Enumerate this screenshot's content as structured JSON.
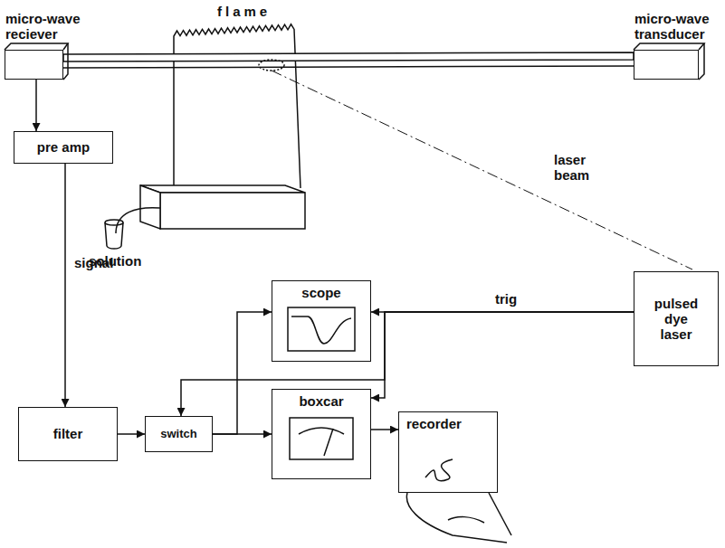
{
  "diagram": {
    "nodes": [
      {
        "text": [
          "micro-wave reciever"
        ]
      },
      {
        "text": [
          "micro-wave transducer"
        ]
      },
      {
        "text": [
          "pre amp"
        ]
      },
      {
        "text": [
          "filter"
        ]
      },
      {
        "text": [
          "switch"
        ]
      },
      {
        "text": [
          "scope"
        ]
      },
      {
        "text": [
          "boxcar"
        ]
      },
      {
        "text": [
          "recorder"
        ]
      },
      {
        "text": [
          "pulsed dye laser"
        ]
      }
    ],
    "edges": [
      {
        "from": 0,
        "to": 2,
        "arrow": "to"
      },
      {
        "from": 2,
        "to": 3,
        "arrow": "to",
        "label": "signal"
      },
      {
        "from": 3,
        "to": 4,
        "arrow": "to"
      },
      {
        "from": 4,
        "to": 6,
        "arrow": "to"
      },
      {
        "from": 4,
        "to": 5,
        "arrow": "to"
      },
      {
        "from": 8,
        "to": 5,
        "arrow": "to",
        "label": "trig"
      },
      {
        "from": 8,
        "to": 6,
        "arrow": "to"
      },
      {
        "from": 8,
        "to": 4,
        "arrow": "to"
      },
      {
        "from": 6,
        "to": 7,
        "arrow": "to"
      }
    ],
    "labels": [
      "flame",
      "solution",
      "laser beam"
    ]
  }
}
